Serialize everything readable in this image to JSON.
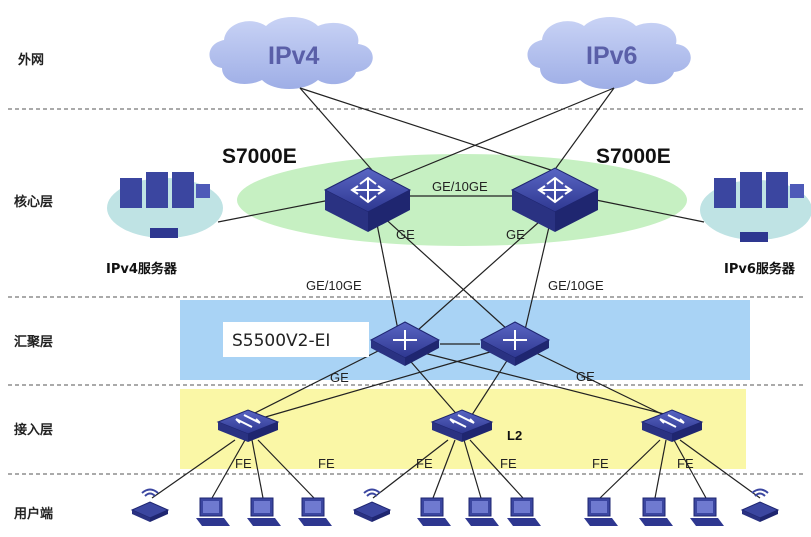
{
  "layers": {
    "wan": "外网",
    "core": "核心层",
    "aggregation": "汇聚层",
    "access": "接入层",
    "user": "用户端"
  },
  "clouds": {
    "ipv4": "IPv4",
    "ipv6": "IPv6"
  },
  "core_switches": {
    "left": "S7000E",
    "right": "S7000E"
  },
  "aggregation_model": "S5500V2-EI",
  "servers": {
    "ipv4": "IPv4服务器",
    "ipv6": "IPv6服务器"
  },
  "link_labels": {
    "core_interconnect": "GE/10GE",
    "core_left_down": "GE",
    "core_right_down": "GE",
    "core_to_agg_left": "GE/10GE",
    "core_to_agg_right": "GE/10GE",
    "agg_to_access_left": "GE",
    "agg_to_access_right": "GE",
    "access_mid": "L2",
    "fe": [
      "FE",
      "FE",
      "FE",
      "FE",
      "FE",
      "FE"
    ]
  },
  "colors": {
    "cloud": "#b3c0ec",
    "core_ellipse": "#c6f0c2",
    "aggregation_band": "#a9d3f5",
    "access_band": "#faf7a6",
    "device": "#3b46a0",
    "server_ellipse": "#bfe3e4"
  }
}
